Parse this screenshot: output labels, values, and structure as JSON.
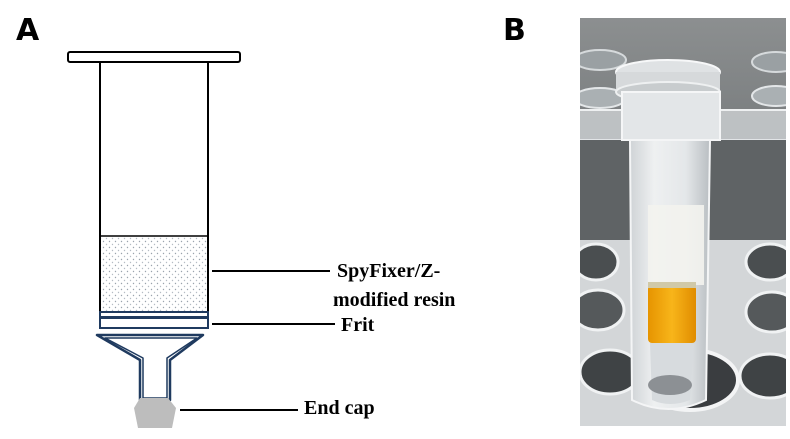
{
  "panels": {
    "a": {
      "letter": "A"
    },
    "b": {
      "letter": "B"
    }
  },
  "labels": {
    "resin_line1": "SpyFixer/Z-",
    "resin_line2": "modified resin",
    "frit": "Frit",
    "end_cap": "End cap"
  },
  "colors": {
    "column_outline": "#000000",
    "outlet_outline": "#1f3a5f",
    "end_cap": "#bdbdbd",
    "resin_stipple": "#9aa3ad",
    "resin_bead": "#f2a80c"
  },
  "photo": {
    "subject": "spin column with yellow resin bed in a clear tube rack"
  }
}
